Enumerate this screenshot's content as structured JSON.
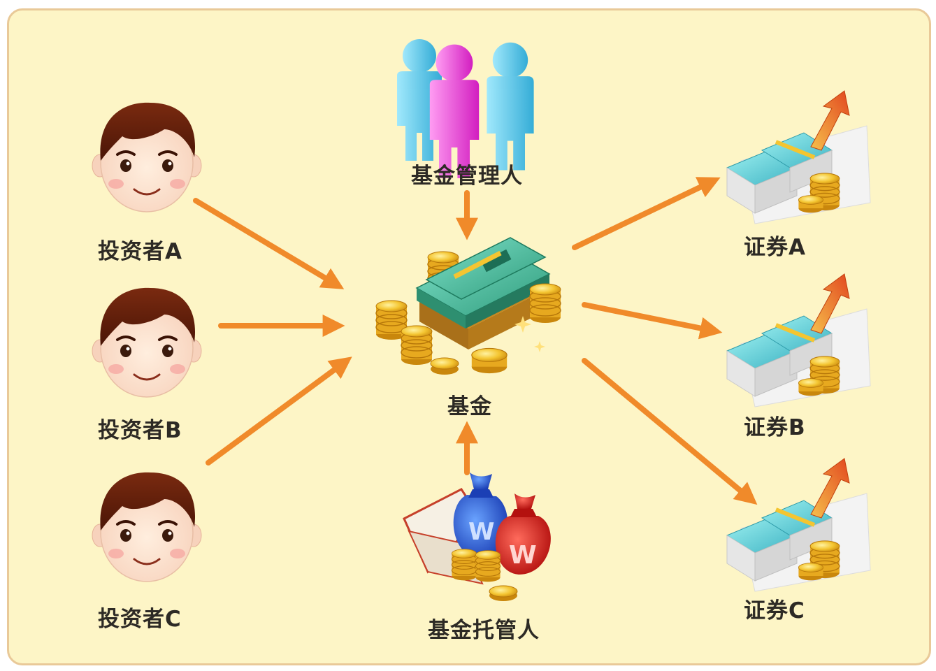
{
  "diagram": {
    "investors": [
      {
        "label": "投资者A"
      },
      {
        "label": "投资者B"
      },
      {
        "label": "投资者C"
      }
    ],
    "manager": {
      "label": "基金管理人"
    },
    "fund": {
      "label": "基金"
    },
    "custodian": {
      "label": "基金托管人",
      "bag_symbol": "W"
    },
    "securities": [
      {
        "label": "证券A"
      },
      {
        "label": "证券B"
      },
      {
        "label": "证券C"
      }
    ]
  },
  "colors": {
    "background": "#fdf5c6",
    "border": "#e9c998",
    "arrow": "#f08a2a",
    "text": "#2d2a25"
  },
  "icons": {
    "investor": "boy-face-icon",
    "manager": "people-group-icon",
    "fund": "money-stack-coins-icon",
    "custodian": "money-bags-icon",
    "security": "banknotes-coins-uptrend-icon"
  }
}
